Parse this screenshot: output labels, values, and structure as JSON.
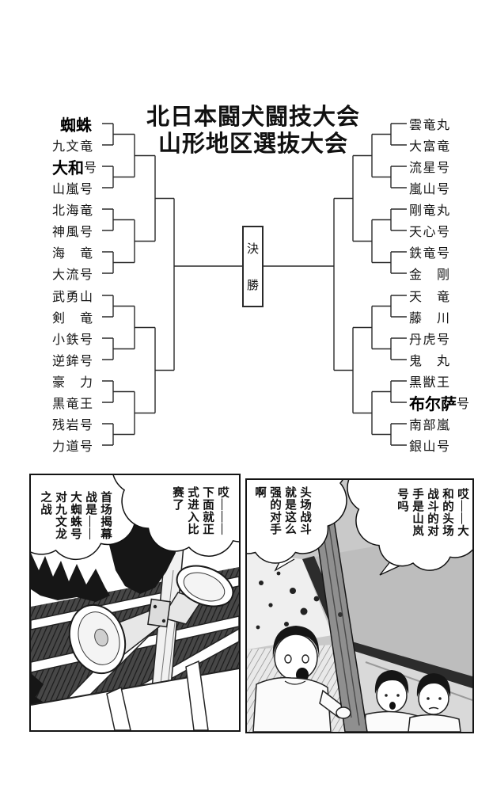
{
  "tournament": {
    "title_lines": [
      "北日本闘犬闘技大会",
      "山形地区選抜大会"
    ],
    "final_label": "決勝",
    "left_entries": [
      {
        "bold": "蜘蛛",
        "text": ""
      },
      {
        "bold": "",
        "text": "九文竜"
      },
      {
        "bold": "大和",
        "text": "号"
      },
      {
        "bold": "",
        "text": "山嵐号"
      },
      {
        "bold": "",
        "text": "北海竜"
      },
      {
        "bold": "",
        "text": "神風号"
      },
      {
        "bold": "",
        "text": "海　竜"
      },
      {
        "bold": "",
        "text": "大流号"
      },
      {
        "bold": "",
        "text": "武勇山"
      },
      {
        "bold": "",
        "text": "剣　竜"
      },
      {
        "bold": "",
        "text": "小鉄号"
      },
      {
        "bold": "",
        "text": "逆鉾号"
      },
      {
        "bold": "",
        "text": "豪　力"
      },
      {
        "bold": "",
        "text": "黒竜王"
      },
      {
        "bold": "",
        "text": "残岩号"
      },
      {
        "bold": "",
        "text": "力道号"
      }
    ],
    "right_entries": [
      {
        "bold": "",
        "text": "雲竜丸"
      },
      {
        "bold": "",
        "text": "大富竜"
      },
      {
        "bold": "",
        "text": "流星号"
      },
      {
        "bold": "",
        "text": "嵐山号"
      },
      {
        "bold": "",
        "text": "剛竜丸"
      },
      {
        "bold": "",
        "text": "天心号"
      },
      {
        "bold": "",
        "text": "鉄竜号"
      },
      {
        "bold": "",
        "text": "金　剛"
      },
      {
        "bold": "",
        "text": "天　竜"
      },
      {
        "bold": "",
        "text": "藤　川"
      },
      {
        "bold": "",
        "text": "丹虎号"
      },
      {
        "bold": "",
        "text": "鬼　丸"
      },
      {
        "bold": "",
        "text": "黒獣王"
      },
      {
        "bold": "布尔萨",
        "text": "号"
      },
      {
        "bold": "",
        "text": "南部嵐"
      },
      {
        "bold": "",
        "text": "銀山号"
      }
    ]
  },
  "manga": {
    "left_panel": {
      "bubble_right": "哎———\n下面就正\n式进入比\n赛了",
      "bubble_left": "首场揭幕\n战是——\n大蜘蛛号\n对九文龙\n之战"
    },
    "right_panel": {
      "bubble_left": "头场战斗\n就是这么\n强的对手\n啊",
      "bubble_right": "哎——大\n和的头场\n战斗的对\n手是山岚\n号吗"
    }
  },
  "colors": {
    "ink": "#1a1a1a",
    "paper": "#ffffff",
    "panel_grey": "#c9c9c9"
  }
}
